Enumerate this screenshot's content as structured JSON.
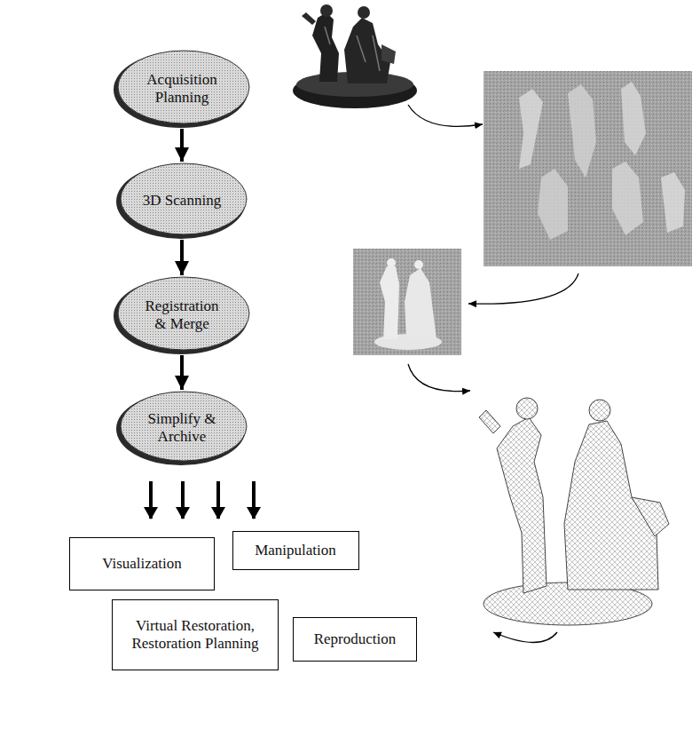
{
  "diagram": {
    "nodes": [
      {
        "text": [
          "Acquisition Planning"
        ]
      },
      {
        "text": [
          "3D Scanning"
        ]
      },
      {
        "text": [
          "Registration & Merge"
        ]
      },
      {
        "text": [
          "Simplify & Archive"
        ]
      },
      {
        "text": [
          "Visualization"
        ]
      },
      {
        "text": [
          "Manipulation"
        ]
      },
      {
        "text": [
          "Virtual Restoration, Restoration Planning"
        ]
      },
      {
        "text": [
          "Reproduction"
        ]
      }
    ],
    "edges": [
      {
        "from": 0,
        "to": 1,
        "arrow": "to"
      },
      {
        "from": 1,
        "to": 2,
        "arrow": "to"
      },
      {
        "from": 2,
        "to": 3,
        "arrow": "to"
      }
    ]
  }
}
